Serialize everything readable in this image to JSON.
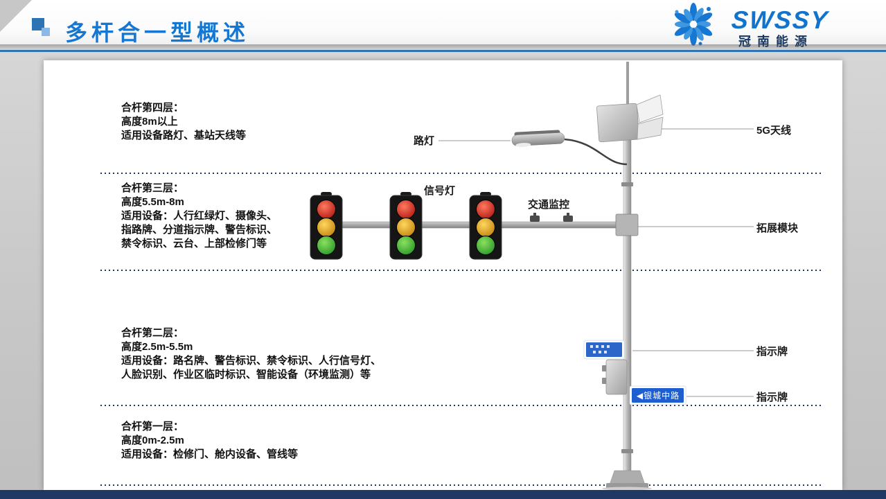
{
  "slide": {
    "title": "多杆合一型概述"
  },
  "logo": {
    "brand": "SWSSY",
    "company": "冠南能源"
  },
  "colors": {
    "title_blue": "#1577d2",
    "divider_blue": "#2e74b5",
    "dotted_navy": "#1c3668",
    "footer_navy": "#203864",
    "sign_blue": "#1e5ecf"
  },
  "layers": [
    {
      "id": "layer-4",
      "lines": [
        "合杆第四层：",
        "高度8m以上",
        "适用设备路灯、基站天线等"
      ]
    },
    {
      "id": "layer-3",
      "lines": [
        "合杆第三层：",
        "高度5.5m-8m",
        "适用设备：人行红绿灯、摄像头、",
        "指路牌、分道指示牌、警告标识、",
        "禁令标识、云台、上部检修门等"
      ]
    },
    {
      "id": "layer-2",
      "lines": [
        "合杆第二层：",
        "高度2.5m-5.5m",
        "适用设备：路名牌、警告标识、禁令标识、人行信号灯、",
        "人脸识别、作业区临时标识、智能设备（环境监测）等"
      ]
    },
    {
      "id": "layer-1",
      "lines": [
        "合杆第一层：",
        "高度0m-2.5m",
        "适用设备：检修门、舱内设备、管线等"
      ]
    }
  ],
  "callouts": {
    "street_lamp": "路灯",
    "signal_light": "信号灯",
    "traffic_camera": "交通监控",
    "antenna_5g": "5G天线",
    "expansion_module": "拓展模块",
    "sign_upper": "指示牌",
    "sign_lower": "指示牌"
  },
  "street_name_sign": "◀银城中路"
}
